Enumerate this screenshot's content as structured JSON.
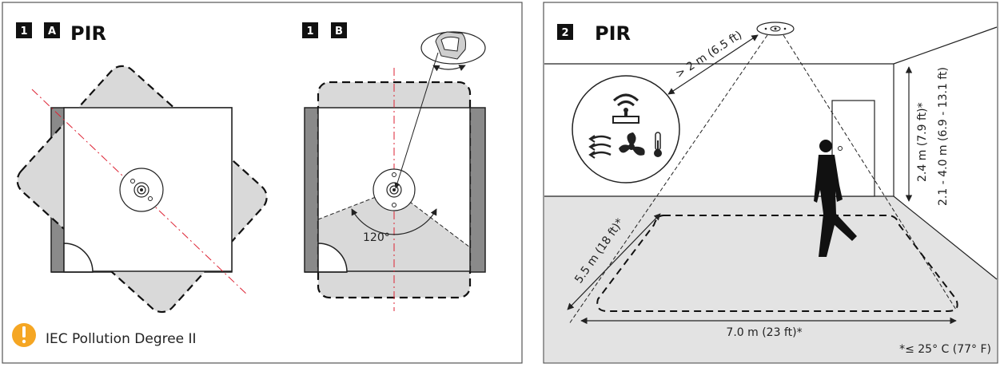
{
  "panel1a": {
    "badge_num": "1",
    "badge_letter": "A",
    "title": "PIR",
    "warning_text": "IEC Pollution Degree II"
  },
  "panel1b": {
    "badge_num": "1",
    "badge_letter": "B",
    "angle_label": "120°"
  },
  "panel2": {
    "badge_num": "2",
    "title": "PIR",
    "distance_label": "> 2 m (6.5 ft)",
    "height_label": "2.4 m (7.9 ft)*",
    "height_range_label": "2.1 - 4.0 m (6.9 - 13.1 ft)",
    "width_label": "5.5 m (18 ft)*",
    "length_label": "7.0 m (23 ft)*",
    "footnote": "*≤ 25° C (77° F)"
  },
  "icons": [
    "warning-icon",
    "wifi-icon",
    "airflow-icon",
    "fan-icon",
    "thermometer-icon",
    "person-icon"
  ]
}
